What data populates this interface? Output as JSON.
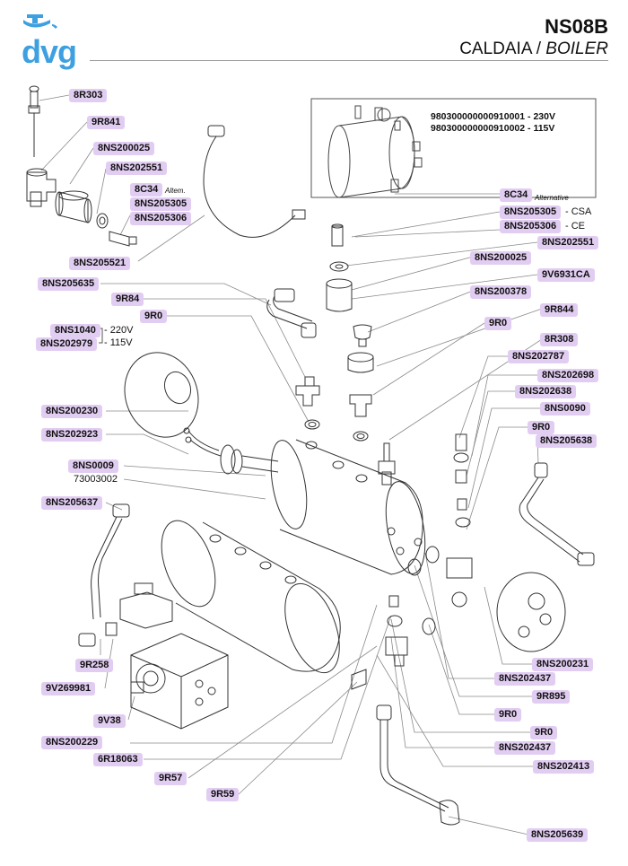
{
  "header": {
    "brand": "dvg",
    "model": "NS08B",
    "subtitle_it": "CALDAIA",
    "separator": "/",
    "subtitle_en": "BOILER"
  },
  "assembly": {
    "codes": [
      "980300000000910001 - 230V",
      "980300000000910002 - 115V"
    ],
    "alt_label": "8C34",
    "alt_note": "Alternative"
  },
  "labels": [
    {
      "id": "8R303",
      "text": "8R303"
    },
    {
      "id": "9R841",
      "text": "9R841"
    },
    {
      "id": "8NS200025-a",
      "text": "8NS200025"
    },
    {
      "id": "8NS202551-a",
      "text": "8NS202551"
    },
    {
      "id": "8C34-a",
      "text": "8C34"
    },
    {
      "id": "8NS205305-a",
      "text": "8NS205305"
    },
    {
      "id": "8NS205306-a",
      "text": "8NS205306"
    },
    {
      "id": "8NS205521",
      "text": "8NS205521"
    },
    {
      "id": "8NS205635",
      "text": "8NS205635"
    },
    {
      "id": "9R84",
      "text": "9R84"
    },
    {
      "id": "9R0-a",
      "text": "9R0"
    },
    {
      "id": "8NS1040",
      "text": "8NS1040"
    },
    {
      "id": "8NS202979",
      "text": "8NS202979"
    },
    {
      "id": "8NS200230",
      "text": "8NS200230"
    },
    {
      "id": "8NS202923",
      "text": "8NS202923"
    },
    {
      "id": "8NS0009",
      "text": "8NS0009"
    },
    {
      "id": "8NS205637",
      "text": "8NS205637"
    },
    {
      "id": "9R258",
      "text": "9R258"
    },
    {
      "id": "9V269981",
      "text": "9V269981"
    },
    {
      "id": "9V38",
      "text": "9V38"
    },
    {
      "id": "8NS200229",
      "text": "8NS200229"
    },
    {
      "id": "6R18063",
      "text": "6R18063"
    },
    {
      "id": "9R57",
      "text": "9R57"
    },
    {
      "id": "9R59",
      "text": "9R59"
    },
    {
      "id": "8C34-b",
      "text": "8C34"
    },
    {
      "id": "8NS205305-b",
      "text": "8NS205305"
    },
    {
      "id": "8NS205306-b",
      "text": "8NS205306"
    },
    {
      "id": "8NS202551-b",
      "text": "8NS202551"
    },
    {
      "id": "8NS200025-b",
      "text": "8NS200025"
    },
    {
      "id": "9V6931CA",
      "text": "9V6931CA"
    },
    {
      "id": "8NS200378",
      "text": "8NS200378"
    },
    {
      "id": "9R844",
      "text": "9R844"
    },
    {
      "id": "9R0-b",
      "text": "9R0"
    },
    {
      "id": "8R308",
      "text": "8R308"
    },
    {
      "id": "8NS202787",
      "text": "8NS202787"
    },
    {
      "id": "8NS202698",
      "text": "8NS202698"
    },
    {
      "id": "8NS202638",
      "text": "8NS202638"
    },
    {
      "id": "8NS0090",
      "text": "8NS0090"
    },
    {
      "id": "9R0-c",
      "text": "9R0"
    },
    {
      "id": "8NS205638",
      "text": "8NS205638"
    },
    {
      "id": "8NS200231",
      "text": "8NS200231"
    },
    {
      "id": "8NS202437-a",
      "text": "8NS202437"
    },
    {
      "id": "9R895",
      "text": "9R895"
    },
    {
      "id": "9R0-d",
      "text": "9R0"
    },
    {
      "id": "9R0-e",
      "text": "9R0"
    },
    {
      "id": "8NS202437-b",
      "text": "8NS202437"
    },
    {
      "id": "8NS202413",
      "text": "8NS202413"
    },
    {
      "id": "8NS205639",
      "text": "8NS205639"
    }
  ],
  "notes": {
    "altem": "Altem.",
    "csa": "- CSA",
    "ce": "- CE",
    "v220": "- 220V",
    "v115": "- 115V",
    "part_73003002": "73003002"
  },
  "colors": {
    "label_bg": "#e2cdf2",
    "brand_blue": "#3ea0e0",
    "line": "#7a7a7a"
  }
}
